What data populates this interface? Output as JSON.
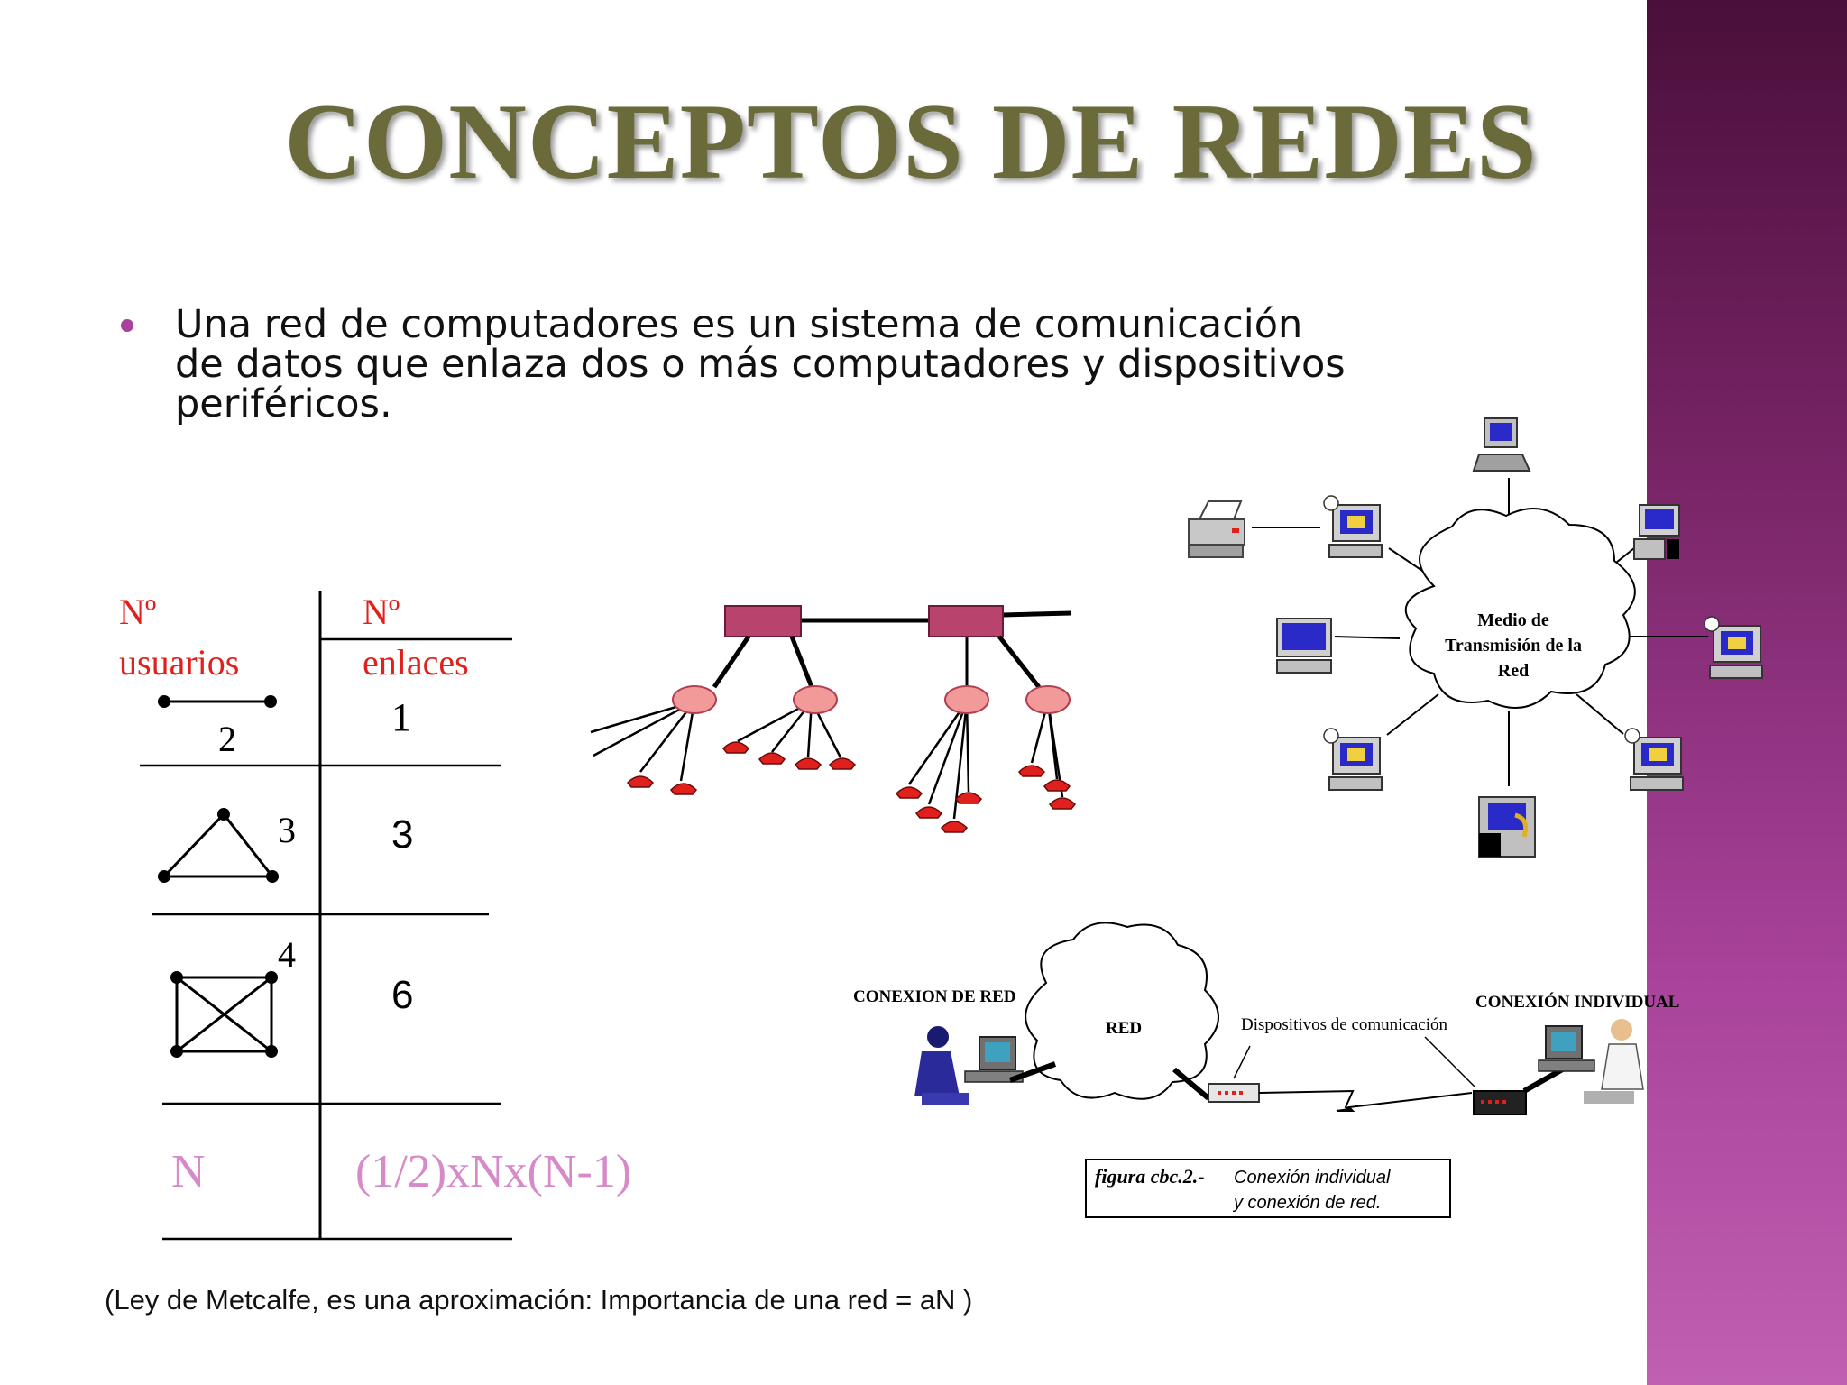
{
  "slide": {
    "title": "CONCEPTOS DE REDES",
    "bullet": "Una red de computadores es un sistema de comunicación de datos que enlaza dos o más computadores y dispositivos periféricos.",
    "footnote": "(Ley de Metcalfe, es una aproximación: Importancia de una red = aN  )"
  },
  "table": {
    "col1_header_line1": "Nº",
    "col1_header_line2": "usuarios",
    "col2_header_line1": "Nº",
    "col2_header_line2": "enlaces",
    "rows": [
      {
        "users": "2",
        "links": "1"
      },
      {
        "users": "3",
        "links": "3"
      },
      {
        "users": "4",
        "links": "6"
      }
    ],
    "formula_n": "N",
    "formula_links": "(1/2)xNx(N-1)"
  },
  "star_diagram": {
    "center_label_line1": "Medio de",
    "center_label_line2": "Transmisión de la",
    "center_label_line3": "Red"
  },
  "connection_diagram": {
    "label_network": "CONEXION  DE RED",
    "label_individual": "CONEXIÓN  INDIVIDUAL",
    "label_red": "RED",
    "label_devices": "Dispositivos de comunicación",
    "caption_bold": "figura cbc.2.-",
    "caption_line1": "Conexión individual",
    "caption_line2": "y conexión de red."
  },
  "colors": {
    "title": "#6b6a3a",
    "accent_band": "#a8429a",
    "table_red": "#e0201c",
    "formula_pink": "#d68ac8",
    "tree_box": "#b8446e",
    "tree_node": "#f29a9a"
  }
}
